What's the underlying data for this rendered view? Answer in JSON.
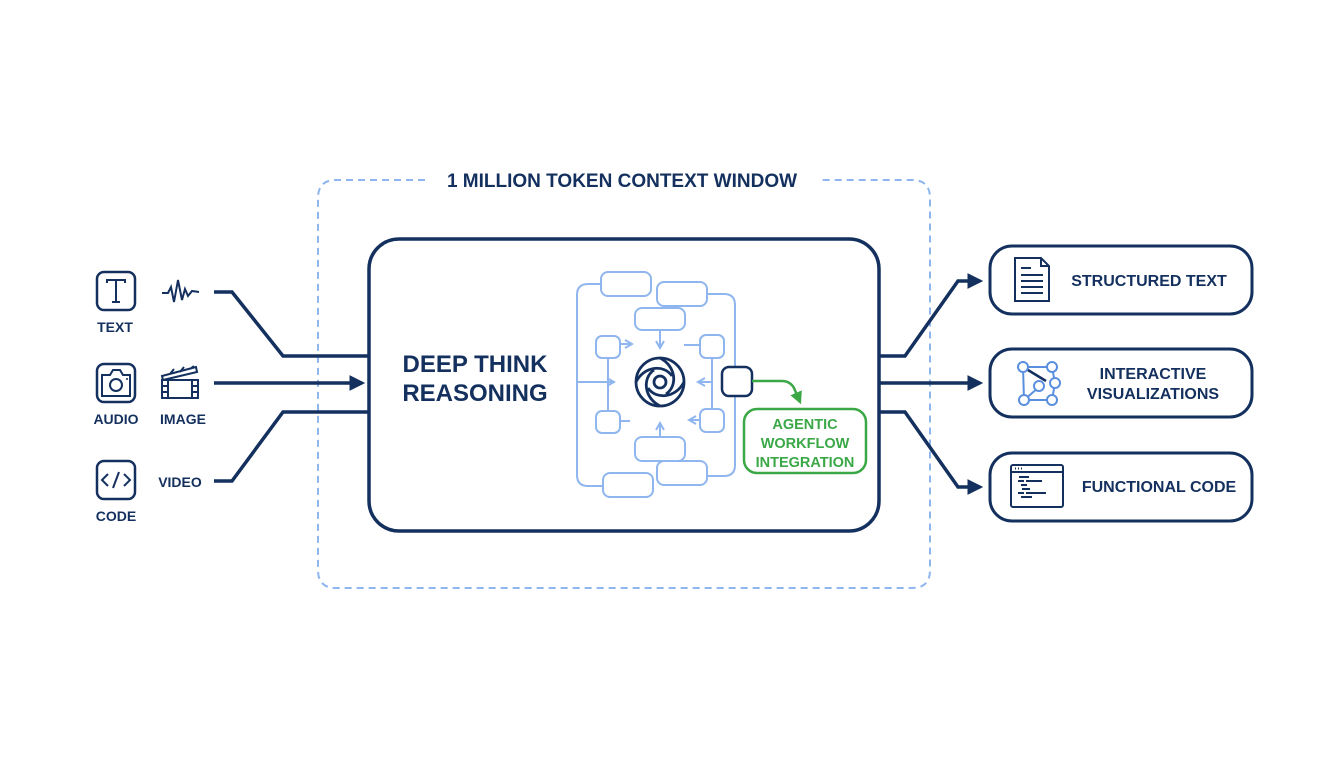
{
  "colors": {
    "navy": "#14305e",
    "light_blue": "#8fb6ee",
    "green": "#3aa846",
    "background": "#ffffff"
  },
  "context_window": {
    "label": "1 MILLION TOKEN CONTEXT WINDOW"
  },
  "core": {
    "title_line1": "DEEP THINK",
    "title_line2": "REASONING",
    "center_icon": "swirl-icon",
    "agentic": {
      "line1": "AGENTIC",
      "line2": "WORKFLOW",
      "line3": "INTEGRATION"
    }
  },
  "inputs": [
    {
      "label": "TEXT",
      "icon": "text-t-icon"
    },
    {
      "label": "",
      "icon": "waveform-icon"
    },
    {
      "label": "AUDIO",
      "icon": "camera-icon"
    },
    {
      "label": "IMAGE",
      "icon": "film-clapper-icon"
    },
    {
      "label": "CODE",
      "icon": "code-brackets-icon"
    },
    {
      "label": "VIDEO",
      "icon": ""
    }
  ],
  "outputs": [
    {
      "label_line1": "STRUCTURED TEXT",
      "label_line2": "",
      "icon": "document-icon"
    },
    {
      "label_line1": "INTERACTIVE",
      "label_line2": "VISUALIZATIONS",
      "icon": "node-graph-icon"
    },
    {
      "label_line1": "FUNCTIONAL CODE",
      "label_line2": "",
      "icon": "code-window-icon"
    }
  ]
}
